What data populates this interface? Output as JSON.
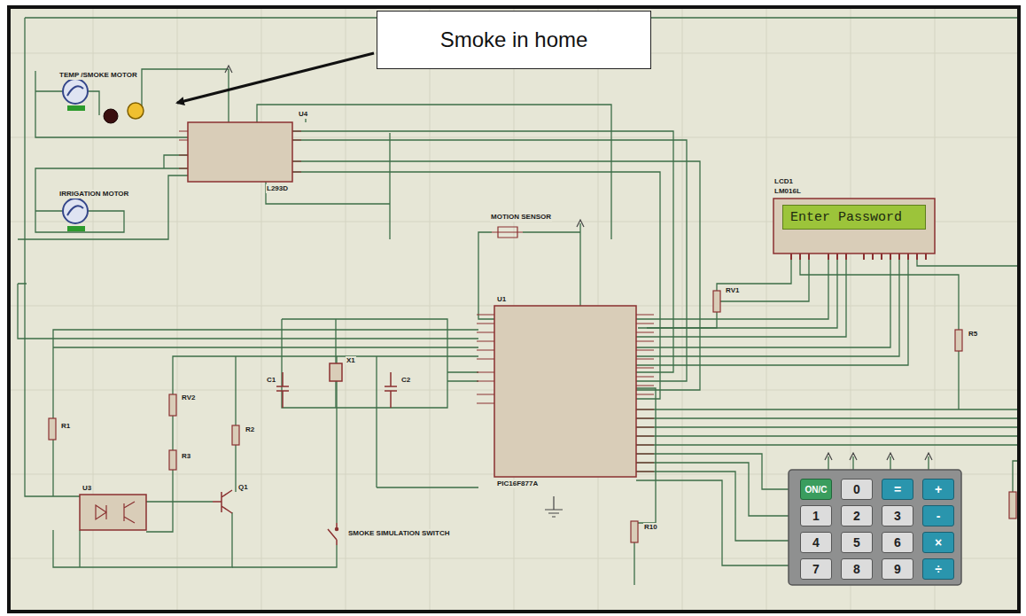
{
  "diagram": {
    "nodes": [
      {
        "text": [
          "Smoke in home"
        ]
      },
      {
        "text": [
          "Enter Password"
        ]
      },
      {
        "text": [
          "ON/C"
        ]
      },
      {
        "text": [
          "0"
        ]
      },
      {
        "text": [
          "="
        ]
      },
      {
        "text": [
          "+"
        ]
      },
      {
        "text": [
          "1"
        ]
      },
      {
        "text": [
          "2"
        ]
      },
      {
        "text": [
          "3"
        ]
      },
      {
        "text": [
          "-"
        ]
      },
      {
        "text": [
          "4"
        ]
      },
      {
        "text": [
          "5"
        ]
      },
      {
        "text": [
          "6"
        ]
      },
      {
        "text": [
          "×"
        ]
      },
      {
        "text": [
          "7"
        ]
      },
      {
        "text": [
          "8"
        ]
      },
      {
        "text": [
          "9"
        ]
      },
      {
        "text": [
          "÷"
        ]
      }
    ],
    "labels": [
      "TEMP /SMOKE MOTOR",
      "IRRIGATION MOTOR",
      "U4",
      "L293D",
      "MOTION SENSOR",
      "U1",
      "PIC16F877A",
      "LCD1",
      "LM016L",
      "RV1",
      "RV2",
      "R1",
      "R2",
      "R3",
      "Q1",
      "U3",
      "X1",
      "C1",
      "C2",
      "SMOKE SIMULATION SWITCH",
      "R10",
      "R5"
    ]
  }
}
